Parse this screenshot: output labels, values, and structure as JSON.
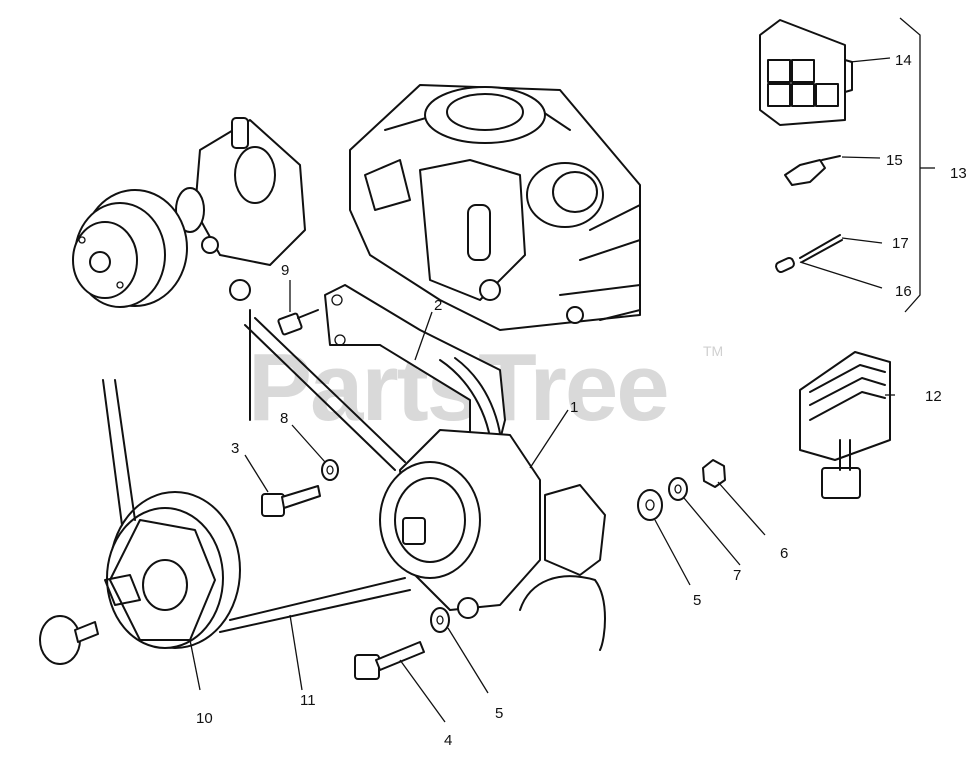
{
  "watermark": {
    "text": "PartsTree",
    "trademark": "TM"
  },
  "callouts": {
    "c1": "1",
    "c2": "2",
    "c3": "3",
    "c4": "4",
    "c5a": "5",
    "c5b": "5",
    "c6": "6",
    "c7": "7",
    "c8": "8",
    "c9": "9",
    "c10": "10",
    "c11": "11",
    "c12": "12",
    "c13": "13",
    "c14": "14",
    "c15": "15",
    "c16": "16",
    "c17": "17"
  }
}
